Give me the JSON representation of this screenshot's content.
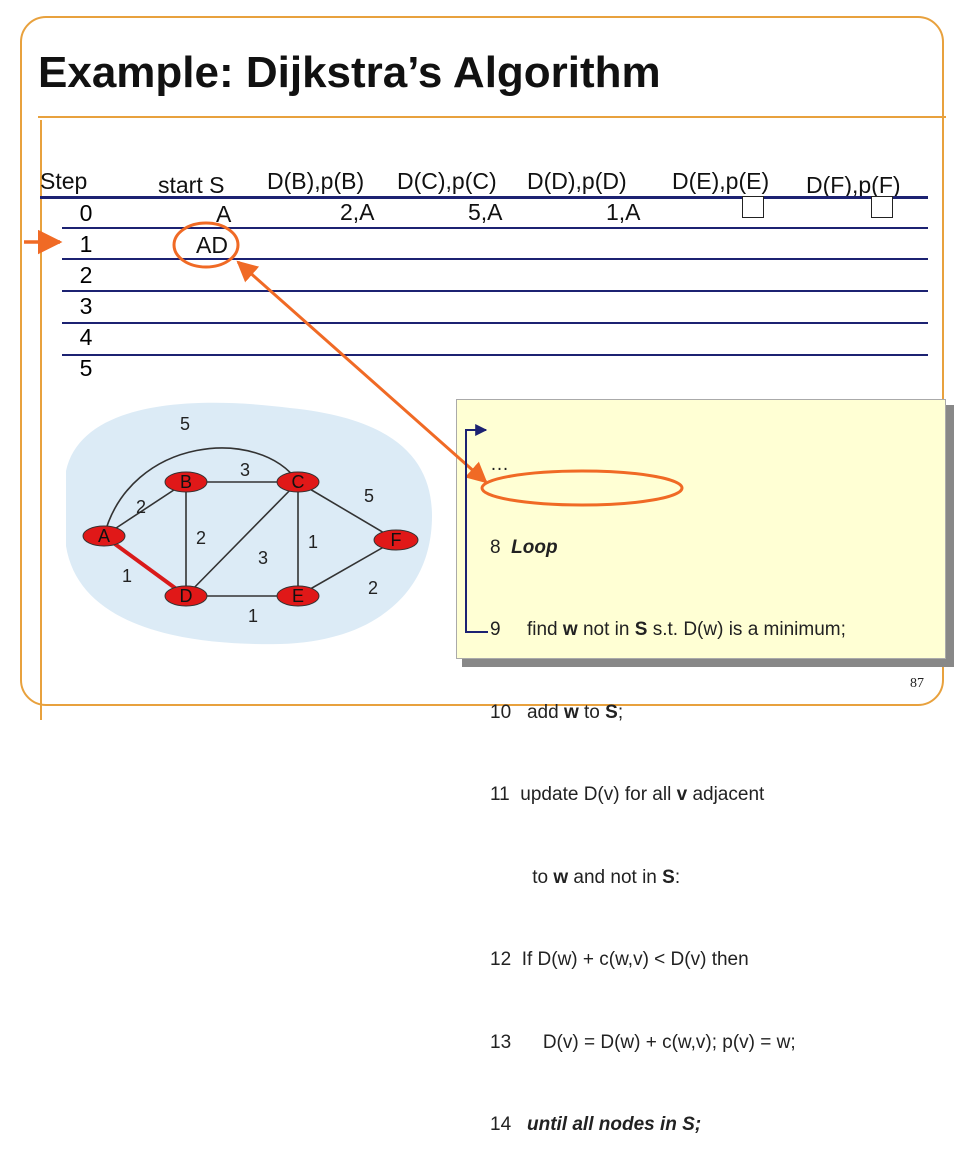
{
  "title": "Example: Dijkstra’s Algorithm",
  "page_number": "87",
  "table": {
    "headers": {
      "step": "Step",
      "start": "start S",
      "b": "D(B),p(B)",
      "c": "D(C),p(C)",
      "d": "D(D),p(D)",
      "e": "D(E),p(E)",
      "f": "D(F),p(F)"
    },
    "steps": [
      "0",
      "1",
      "2",
      "3",
      "4",
      "5"
    ],
    "row0": {
      "start": "A",
      "b": "2,A",
      "c": "5,A",
      "d": "1,A"
    },
    "row1": {
      "start": "AD"
    }
  },
  "graph": {
    "nodes": {
      "a": "A",
      "b": "B",
      "c": "C",
      "d": "D",
      "e": "E",
      "f": "F"
    },
    "weights": {
      "ac": "5",
      "bc": "3",
      "ab": "2",
      "cf": "5",
      "bd": "2",
      "ce": "1",
      "dc": "3",
      "ad": "1",
      "ef": "2",
      "de": "1"
    }
  },
  "code": {
    "ellipsis": "…",
    "l8_num": "8",
    "l8_kw": "Loop",
    "l9_num": "9",
    "l9_a": "find ",
    "l9_w": "w",
    "l9_b": " not in ",
    "l9_s": "S",
    "l9_c": " s.t. D(w) is a minimum;",
    "l10_num": "10",
    "l10_a": "add ",
    "l10_w": "w",
    "l10_b": " to ",
    "l10_s": "S",
    "l10_c": ";",
    "l11_num": "11",
    "l11_a": "update D(v) for all ",
    "l11_v": "v",
    "l11_b": " adjacent",
    "l11b_a": "to ",
    "l11b_w": "w",
    "l11b_b": " and not in ",
    "l11b_s": "S",
    "l11b_c": ":",
    "l12_num": "12",
    "l12_text": "If D(w) + c(w,v) < D(v) then",
    "l13_num": "13",
    "l13_text": "D(v) = D(w) + c(w,v); p(v) = w;",
    "l14_num": "14",
    "l14_kw": "until all nodes in S;"
  },
  "colors": {
    "frame": "#e8a13d",
    "table_rule": "#1c2272",
    "node_fill": "#e01818",
    "highlight_edge": "#d91a1a",
    "annotation": "#f06a25",
    "code_background": "#ffffd4"
  }
}
